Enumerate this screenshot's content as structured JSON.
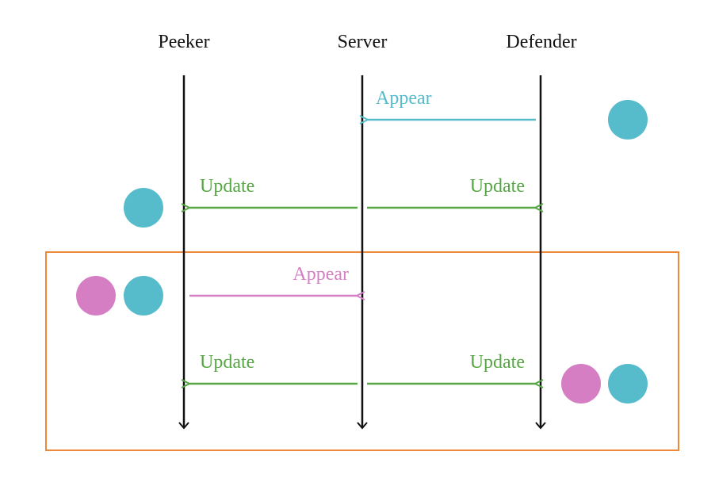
{
  "lanes": [
    {
      "title": "Peeker"
    },
    {
      "title": "Server"
    },
    {
      "title": "Defender"
    }
  ],
  "colors": {
    "teal": "#56bccc",
    "pink": "#d67ec4",
    "green": "#56a744",
    "orange": "#ed8a3a",
    "axis": "#111111"
  },
  "messages": [
    {
      "label": "Appear",
      "color": "teal",
      "from": "Defender",
      "to": "Server"
    },
    {
      "label": "Update",
      "color": "green",
      "from": "Server",
      "to": "Peeker"
    },
    {
      "label": "Update",
      "color": "green",
      "from": "Server",
      "to": "Defender"
    },
    {
      "label": "Appear",
      "color": "pink",
      "from": "Peeker",
      "to": "Server"
    },
    {
      "label": "Update",
      "color": "green",
      "from": "Server",
      "to": "Peeker"
    },
    {
      "label": "Update",
      "color": "green",
      "from": "Server",
      "to": "Defender"
    }
  ],
  "state_markers": [
    {
      "side": "Defender",
      "items": [
        "teal"
      ]
    },
    {
      "side": "Peeker",
      "items": [
        "teal"
      ]
    },
    {
      "side": "Peeker",
      "items": [
        "pink",
        "teal"
      ]
    },
    {
      "side": "Defender",
      "items": [
        "pink",
        "teal"
      ]
    }
  ]
}
